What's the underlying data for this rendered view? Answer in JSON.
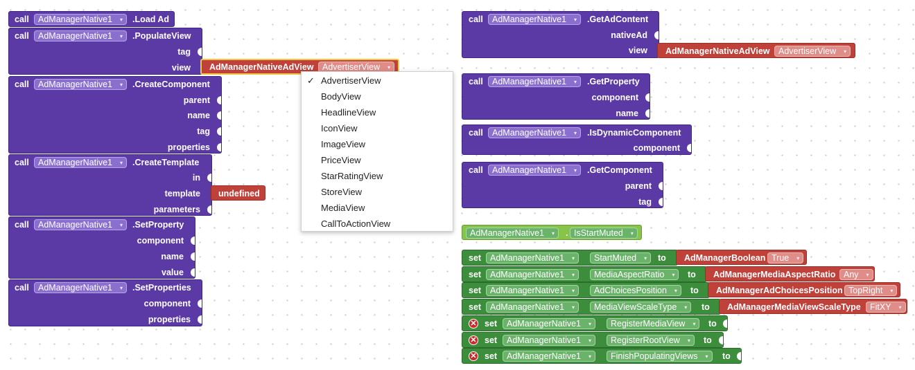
{
  "words": {
    "call": "call",
    "set": "set",
    "to": "to"
  },
  "component": "AdManagerNative1",
  "left": [
    {
      "method": ".Load Ad",
      "params": []
    },
    {
      "method": ".PopulateView",
      "params": [
        "tag",
        "view"
      ]
    },
    {
      "method": ".CreateComponent",
      "params": [
        "parent",
        "name",
        "tag",
        "properties"
      ]
    },
    {
      "method": ".CreateTemplate",
      "params": [
        "in",
        "template",
        "parameters"
      ]
    },
    {
      "method": ".SetProperty",
      "params": [
        "component",
        "name",
        "value"
      ]
    },
    {
      "method": ".SetProperties",
      "params": [
        "component",
        "properties"
      ]
    }
  ],
  "view_block": {
    "type": "AdManagerNativeAdView",
    "value": "AdvertiserView"
  },
  "undefined_block": "undefined",
  "menu": {
    "selected": "AdvertiserView",
    "check": "✓",
    "items": [
      "AdvertiserView",
      "BodyView",
      "HeadlineView",
      "IconView",
      "ImageView",
      "PriceView",
      "StarRatingView",
      "StoreView",
      "MediaView",
      "CallToActionView"
    ]
  },
  "right": [
    {
      "method": ".GetAdContent",
      "params": [
        "nativeAd",
        "view"
      ]
    },
    {
      "method": ".GetProperty",
      "params": [
        "component",
        "name"
      ]
    },
    {
      "method": ".IsDynamicComponent",
      "params": [
        "component"
      ]
    },
    {
      "method": ".GetComponent",
      "params": [
        "parent",
        "tag"
      ]
    }
  ],
  "getcontent_view": {
    "type": "AdManagerNativeAdView",
    "value": "AdvertiserView"
  },
  "getter": {
    "prop": "IsStartMuted"
  },
  "setters": [
    {
      "prop": "StartMuted",
      "type": "AdManagerBoolean",
      "value": "True",
      "error": false
    },
    {
      "prop": "MediaAspectRatio",
      "type": "AdManagerMediaAspectRatio",
      "value": "Any",
      "error": false
    },
    {
      "prop": "AdChoicesPosition",
      "type": "AdManagerAdChoicesPosition",
      "value": "TopRight",
      "error": false
    },
    {
      "prop": "MediaViewScaleType",
      "type": "AdManagerMediaViewScaleType",
      "value": "FitXY",
      "error": false
    },
    {
      "prop": "RegisterMediaView",
      "error": true
    },
    {
      "prop": "RegisterRootView",
      "error": true
    },
    {
      "prop": "FinishPopulatingViews",
      "error": true
    }
  ],
  "colors": {
    "procedure": "#5b3aa6",
    "setter": "#3c8e3c",
    "getter": "#88c34a",
    "helper": "#c0403a",
    "error": "#c92a2a"
  },
  "icons": {
    "dropdown": "▾",
    "error": "✕"
  }
}
